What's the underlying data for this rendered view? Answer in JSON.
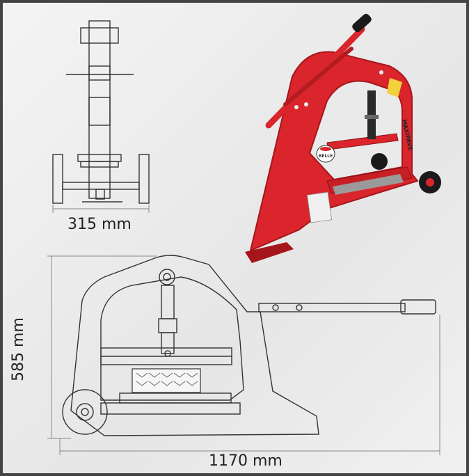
{
  "labels": {
    "width_front": "315 mm",
    "length_side": "1170 mm",
    "height_side": "585 mm",
    "brand_badge": "BELLE",
    "machine_side_text": "MAXIPAVE"
  },
  "colors": {
    "machine_red": "#d9252b",
    "machine_dark_red": "#a5161b",
    "line_drawing": "#333333",
    "dimension_line": "#888888",
    "frame_border": "#444444",
    "handle_grip": "#1a1a1a"
  }
}
